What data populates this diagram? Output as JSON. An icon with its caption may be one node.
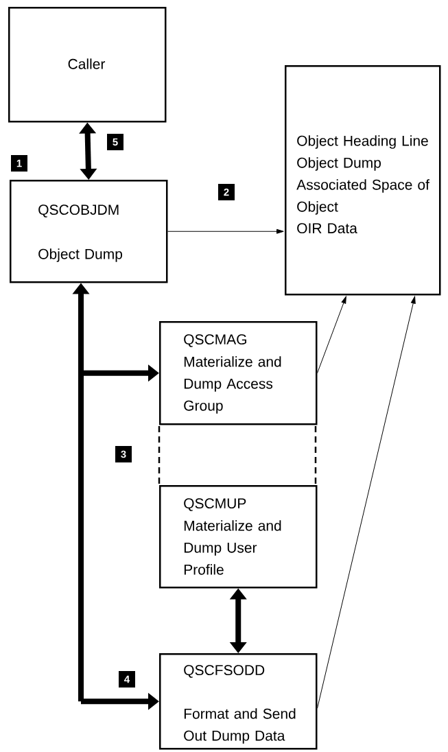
{
  "diagram": {
    "nodes": [
      {
        "text": [
          "Caller"
        ]
      },
      {
        "text": [
          "QSCOBJDM",
          "Object Dump"
        ]
      },
      {
        "text": [
          "Object Heading Line",
          "Object Dump",
          "Associated Space of Object",
          "OIR Data"
        ]
      },
      {
        "text": [
          "QSCMAG",
          "Materialize and Dump Access Group"
        ]
      },
      {
        "text": [
          "QSCMUP",
          "Materialize and Dump User Profile"
        ]
      },
      {
        "text": [
          "QSCFSODD",
          "Format and Send Out Dump Data"
        ]
      }
    ],
    "edges": [
      {
        "from": 0,
        "to": 1,
        "arrow": "both"
      },
      {
        "from": 1,
        "to": 2,
        "arrow": "to"
      },
      {
        "from": 1,
        "to": 3,
        "arrow": "both"
      },
      {
        "from": 1,
        "to": 5,
        "arrow": "both"
      },
      {
        "from": 3,
        "to": 2,
        "arrow": "to"
      },
      {
        "from": 4,
        "to": 5,
        "arrow": "both"
      },
      {
        "from": 5,
        "to": 2,
        "arrow": "to"
      }
    ],
    "labels": [
      "5",
      "1",
      "2",
      "3",
      "4"
    ]
  }
}
